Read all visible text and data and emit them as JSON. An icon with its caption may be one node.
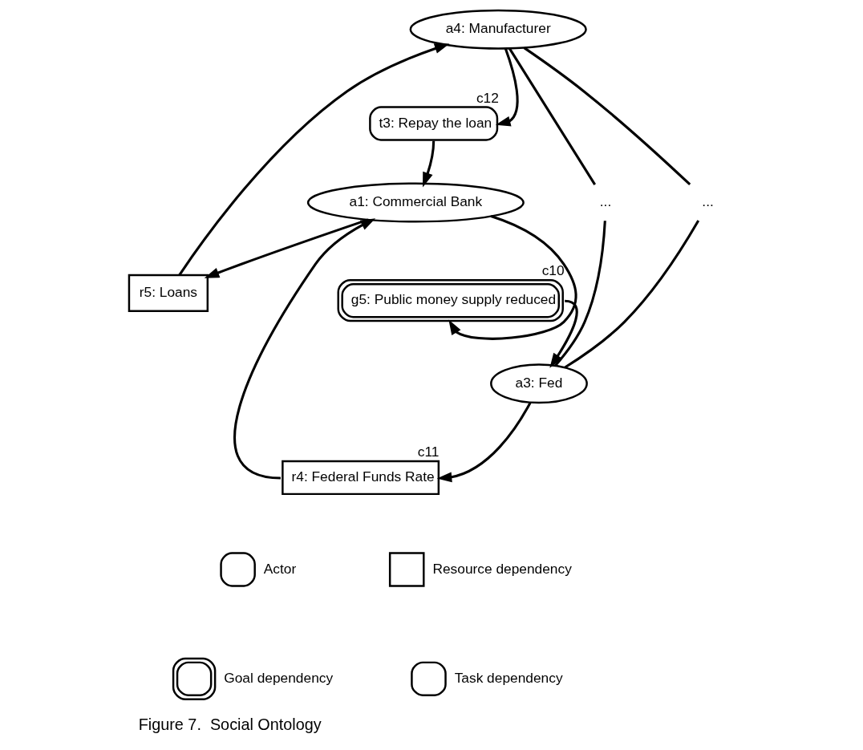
{
  "diagram": {
    "caption": "Figure 7.  Social Ontology",
    "nodes": [
      {
        "text": [
          "a4: Manufacturer"
        ]
      },
      {
        "text": [
          "r5: Loans"
        ]
      },
      {
        "text": [
          "t3: Repay the loan"
        ],
        "beside": [
          "c12"
        ]
      },
      {
        "text": [
          "a1: Commercial Bank"
        ]
      },
      {
        "text": [
          "g5: Public money supply reduced"
        ],
        "beside": [
          "c10"
        ]
      },
      {
        "text": [
          "a3: Fed"
        ]
      },
      {
        "text": [
          "r4: Federal Funds Rate"
        ],
        "beside": [
          "c11"
        ]
      },
      {
        "text": [
          "..."
        ]
      },
      {
        "text": [
          "..."
        ]
      }
    ],
    "edges": [
      {
        "from": 3,
        "to": 1,
        "arrow": "to"
      },
      {
        "from": 1,
        "to": 0,
        "arrow": "to"
      },
      {
        "from": 0,
        "to": 2,
        "arrow": "to"
      },
      {
        "from": 2,
        "to": 3,
        "arrow": "to"
      },
      {
        "from": 3,
        "to": 4,
        "arrow": "to"
      },
      {
        "from": 4,
        "to": 5,
        "arrow": "to"
      },
      {
        "from": 5,
        "to": 6,
        "arrow": "to"
      },
      {
        "from": 6,
        "to": 3,
        "arrow": "to"
      },
      {
        "from": 0,
        "to": 7,
        "arrow": "none"
      },
      {
        "from": 7,
        "to": 5,
        "arrow": "none"
      },
      {
        "from": 0,
        "to": 8,
        "arrow": "none"
      },
      {
        "from": 8,
        "to": 5,
        "arrow": "none"
      }
    ],
    "legend": [
      {
        "text": "Actor"
      },
      {
        "text": "Resource dependency"
      },
      {
        "text": "Goal dependency"
      },
      {
        "text": "Task dependency"
      }
    ]
  }
}
